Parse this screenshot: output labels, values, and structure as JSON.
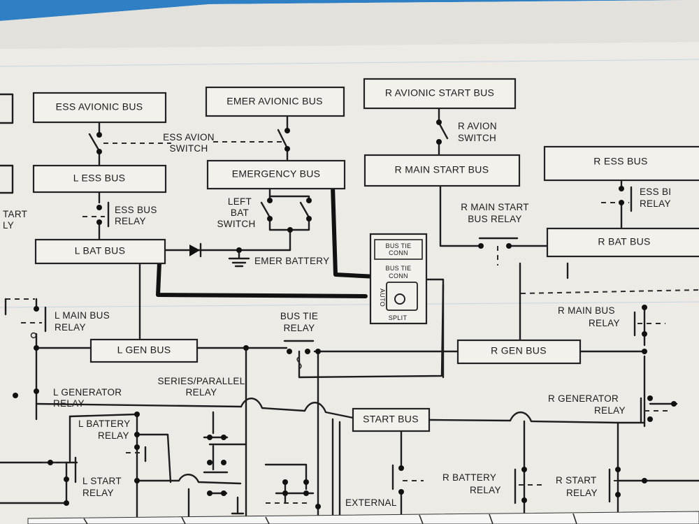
{
  "boxes": {
    "ess_avionic_bus": "ESS AVIONIC BUS",
    "emer_avionic_bus": "EMER AVIONIC BUS",
    "r_avionic_start_bus": "R AVIONIC START BUS",
    "l_ess_bus": "L ESS BUS",
    "emergency_bus": "EMERGENCY BUS",
    "r_main_start_bus": "R MAIN START BUS",
    "r_ess_bus": "R ESS BUS",
    "l_bat_bus": "L BAT BUS",
    "r_bat_bus": "R BAT BUS",
    "l_gen_bus": "L GEN BUS",
    "r_gen_bus": "R GEN BUS",
    "start_bus": "START BUS"
  },
  "labels": {
    "ess_avion_switch_1": "ESS AVION",
    "ess_avion_switch_2": "SWITCH",
    "r_avion_switch_1": "R AVION",
    "r_avion_switch_2": "SWITCH",
    "ess_bus_relay_1": "ESS BUS",
    "ess_bus_relay_2": "RELAY",
    "left_bat_switch_1": "LEFT",
    "left_bat_switch_2": "BAT",
    "left_bat_switch_3": "SWITCH",
    "emer_battery": "EMER BATTERY",
    "r_main_start_bus_relay_1": "R MAIN START",
    "r_main_start_bus_relay_2": "BUS RELAY",
    "ess_bu_relay_1": "ESS BI",
    "ess_bu_relay_2": "RELAY",
    "l_main_bus_relay_1": "L MAIN BUS",
    "l_main_bus_relay_2": "RELAY",
    "r_main_bus_relay_1": "R MAIN BUS",
    "r_main_bus_relay_2": "RELAY",
    "bus_tie_relay_1": "BUS TIE",
    "bus_tie_relay_2": "RELAY",
    "bus_tie_conn_1": "BUS TIE",
    "bus_tie_conn_2": "CONN",
    "bus_tie_conn_3": "BUS TIE",
    "bus_tie_conn_4": "CONN",
    "auto": "AUTO",
    "split": "SPLIT",
    "l_generator_relay_1": "L GENERATOR",
    "l_generator_relay_2": "RELAY",
    "series_parallel_relay_1": "SERIES/PARALLEL",
    "series_parallel_relay_2": "RELAY",
    "r_generator_relay_1": "R GENERATOR",
    "r_generator_relay_2": "RELAY",
    "l_battery_relay_1": "L BATTERY",
    "l_battery_relay_2": "RELAY",
    "l_start_relay_1": "L START",
    "l_start_relay_2": "RELAY",
    "r_battery_relay_1": "R BATTERY",
    "r_battery_relay_2": "RELAY",
    "r_start_relay_1": "R START",
    "r_start_relay_2": "RELAY",
    "external": "EXTERNAL",
    "tart_relay_1": "TART",
    "tart_relay_2": "LY"
  }
}
